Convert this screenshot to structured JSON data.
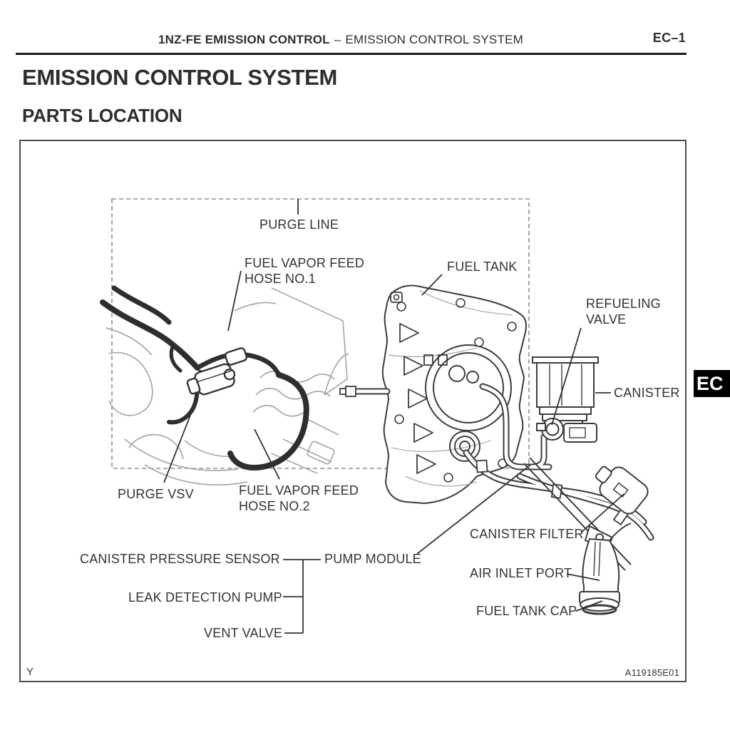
{
  "page": {
    "header": {
      "section_bold": "1NZ-FE EMISSION CONTROL",
      "separator": "–",
      "section_regular": "EMISSION CONTROL SYSTEM",
      "page_number": "EC–1"
    },
    "title": "EMISSION CONTROL SYSTEM",
    "subtitle": "PARTS LOCATION",
    "side_tab": "EC",
    "figure": {
      "footer_left": "Y",
      "figure_code": "A119185E01",
      "labels": {
        "purge_line": "PURGE LINE",
        "fuel_vapor_feed_hose_1_line1": "FUEL VAPOR FEED",
        "fuel_vapor_feed_hose_1_line2": "HOSE NO.1",
        "fuel_tank": "FUEL TANK",
        "refueling_valve_line1": "REFUELING",
        "refueling_valve_line2": "VALVE",
        "canister": "CANISTER",
        "purge_vsv": "PURGE VSV",
        "fuel_vapor_feed_hose_2_line1": "FUEL VAPOR FEED",
        "fuel_vapor_feed_hose_2_line2": "HOSE NO.2",
        "canister_pressure_sensor": "CANISTER PRESSURE SENSOR",
        "pump_module": "PUMP MODULE",
        "leak_detection_pump": "LEAK DETECTION PUMP",
        "vent_valve": "VENT VALVE",
        "canister_filter": "CANISTER FILTER",
        "air_inlet_port": "AIR INLET PORT",
        "fuel_tank_cap": "FUEL TANK CAP"
      }
    },
    "colors": {
      "line_art": "#3c3c3c",
      "hose_dark": "#2e2e2e",
      "background_lines": "#a8a8a8",
      "dash_line": "#8f8f8f",
      "tab_bg": "#000000",
      "tab_fg": "#ffffff"
    }
  }
}
